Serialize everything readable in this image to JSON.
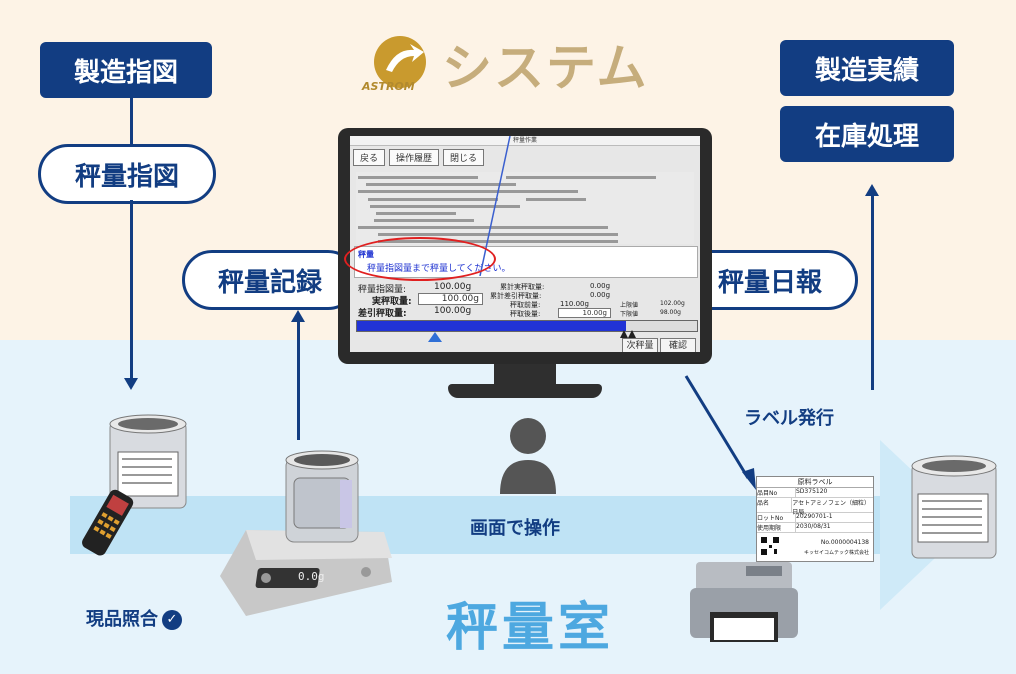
{
  "system": {
    "logo_text": "ASTROM",
    "title": "システム"
  },
  "boxes": {
    "manufacturing_instruction": "製造指図",
    "weighing_instruction": "秤量指図",
    "weighing_record": "秤量記録",
    "weighing_daily_report": "秤量日報",
    "manufacturing_results": "製造実績",
    "inventory_processing": "在庫処理"
  },
  "captions": {
    "label_issue": "ラベル発行",
    "screen_operation": "画面で操作",
    "item_check": "現品照合",
    "room": "秤量室"
  },
  "screen": {
    "window_title": "秤量作業",
    "buttons": [
      "戻る",
      "操作履歴",
      "閉じる"
    ],
    "msg_header": "秤量",
    "msg_text": "秤量指図量まで秤量してください。",
    "rows": {
      "instructed_label": "秤量指図量:",
      "instructed_value": "100.00g",
      "actual_label": "実秤取量:",
      "actual_value": "100.00g",
      "diff_label": "差引秤取量:",
      "diff_value": "100.00g",
      "cum_actual_label": "累計実秤取量:",
      "cum_actual_value": "0.00g",
      "cum_diff_label": "累計差引秤取量:",
      "cum_diff_value": "0.00g",
      "before_label": "秤取前量:",
      "before_value": "110.00g",
      "after_label": "秤取後量:",
      "after_value": "10.00g",
      "upper_label": "上限値",
      "upper_value": "102.00g",
      "lower_label": "下限値",
      "lower_value": "98.00g"
    },
    "progress": 0.79,
    "next_button": "次秤量",
    "confirm_button": "確認"
  },
  "label_card": {
    "title": "原料ラベル",
    "rows": [
      {
        "k": "品目No",
        "v": "SD375120"
      },
      {
        "k": "品名",
        "v": "アセトアミノフェン（細粒）日局"
      },
      {
        "k": "ロットNo",
        "v": "20290701-1"
      },
      {
        "k": "使用期限",
        "v": "2030/08/31"
      }
    ],
    "code": "No.0000004138",
    "company": "キッセイコムテック株式会社"
  },
  "scale": {
    "display": "0.0g"
  },
  "colors": {
    "navy": "#123d82",
    "sky": "#4da8e0",
    "gold": "#c6ad7c"
  }
}
